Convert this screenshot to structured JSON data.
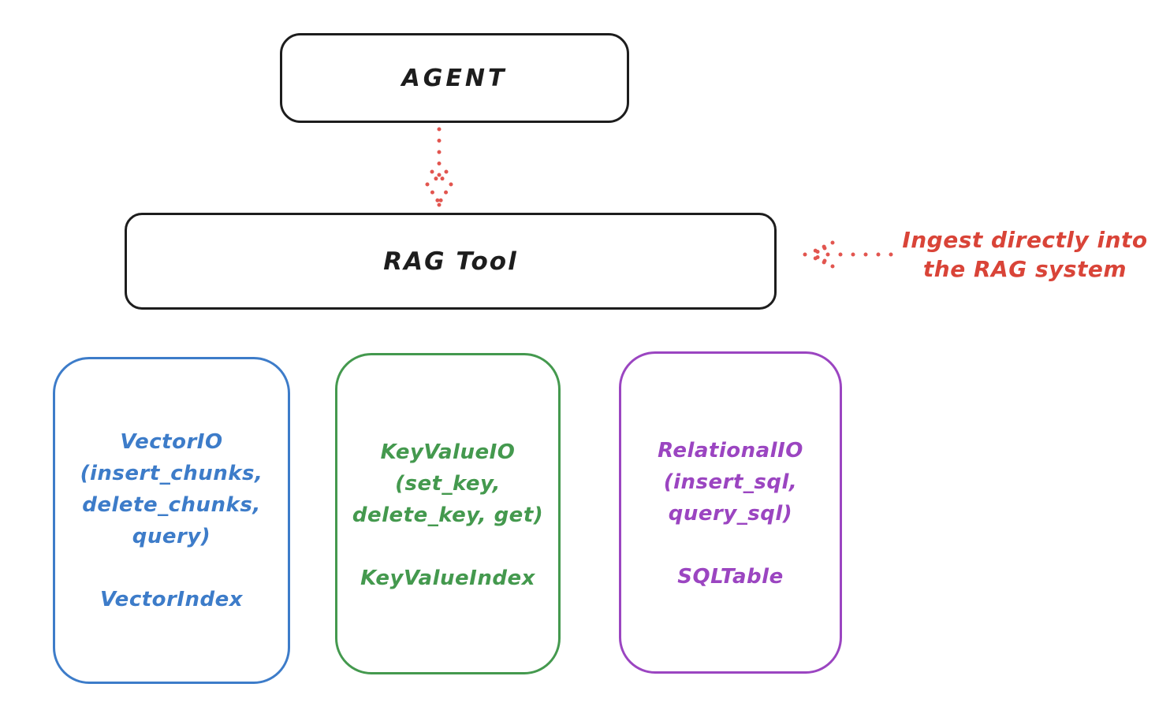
{
  "canvas": {
    "background": "#ffffff"
  },
  "nodes": {
    "agent": {
      "label": "AGENT",
      "border_color": "#1d1d1d"
    },
    "rag_tool": {
      "label": "RAG Tool",
      "border_color": "#1d1d1d"
    }
  },
  "annotation": {
    "line1": "Ingest directly into",
    "line2": "the RAG system",
    "color": "#d94438"
  },
  "arrows": {
    "agent_to_rag": {
      "style": "dotted",
      "direction": "down",
      "color": "#e2554f"
    },
    "ingest_to_rag": {
      "style": "dotted",
      "direction": "left",
      "color": "#e2554f"
    }
  },
  "stores": [
    {
      "id": "vector-io",
      "color": "#3d7cc9",
      "title_lines": [
        "VectorIO",
        "(insert_chunks,",
        "delete_chunks,",
        "query)"
      ],
      "index_label": "VectorIndex"
    },
    {
      "id": "keyvalue-io",
      "color": "#44994e",
      "title_lines": [
        "KeyValueIO",
        "(set_key,",
        "delete_key, get)"
      ],
      "index_label": "KeyValueIndex"
    },
    {
      "id": "relational-io",
      "color": "#9b45c1",
      "title_lines": [
        "RelationalIO",
        "(insert_sql,",
        "query_sql)"
      ],
      "index_label": "SQLTable"
    }
  ]
}
